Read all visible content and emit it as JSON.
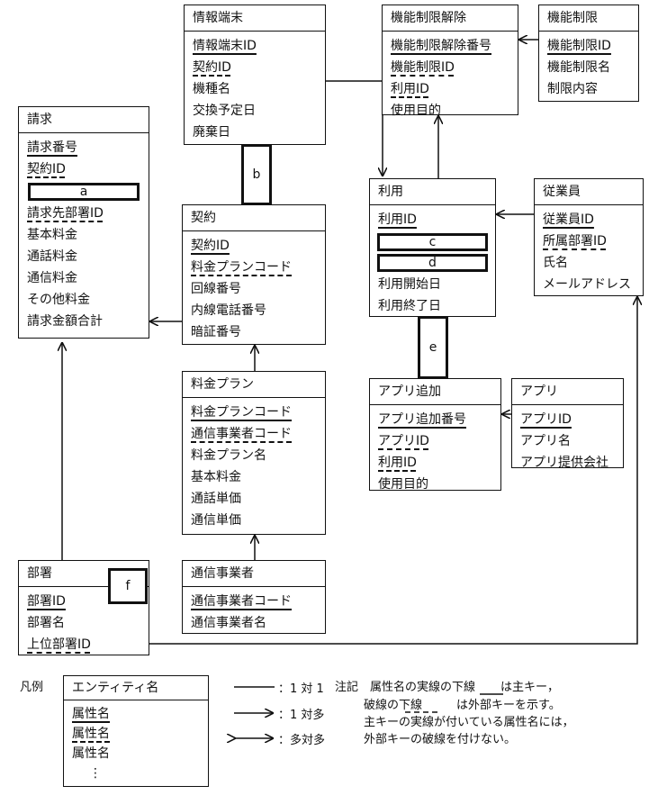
{
  "entities": {
    "seikyu": {
      "name": "請求",
      "attrs": [
        "請求番号",
        "契約ID",
        "請求先部署ID",
        "基本料金",
        "通話料金",
        "通信料金",
        "その他料金",
        "請求金額合計"
      ]
    },
    "joho_tanmatsu": {
      "name": "情報端末",
      "attrs": [
        "情報端末ID",
        "契約ID",
        "機種名",
        "交換予定日",
        "廃棄日"
      ]
    },
    "keiyaku": {
      "name": "契約",
      "attrs": [
        "契約ID",
        "料金プランコード",
        "回線番号",
        "内線電話番号",
        "暗証番号"
      ]
    },
    "ryokin_plan": {
      "name": "料金プラン",
      "attrs": [
        "料金プランコード",
        "通信事業者コード",
        "料金プラン名",
        "基本料金",
        "通話単価",
        "通信単価"
      ]
    },
    "tsushin_jigyosha": {
      "name": "通信事業者",
      "attrs": [
        "通信事業者コード",
        "通信事業者名"
      ]
    },
    "busho": {
      "name": "部署",
      "attrs": [
        "部署ID",
        "部署名",
        "上位部署ID"
      ]
    },
    "kino_seigen_kaijo": {
      "name": "機能制限解除",
      "attrs": [
        "機能制限解除番号",
        "機能制限ID",
        "利用ID",
        "使用目的"
      ]
    },
    "kino_seigen": {
      "name": "機能制限",
      "attrs": [
        "機能制限ID",
        "機能制限名",
        "制限内容"
      ]
    },
    "riyo": {
      "name": "利用",
      "attrs": [
        "利用ID",
        "利用開始日",
        "利用終了日"
      ]
    },
    "jugyoin": {
      "name": "従業員",
      "attrs": [
        "従業員ID",
        "所属部署ID",
        "氏名",
        "メールアドレス"
      ]
    },
    "appli_tsuika": {
      "name": "アプリ追加",
      "attrs": [
        "アプリ追加番号",
        "アプリID",
        "利用ID",
        "使用目的"
      ]
    },
    "appli": {
      "name": "アプリ",
      "attrs": [
        "アプリID",
        "アプリ名",
        "アプリ提供会社"
      ]
    }
  },
  "blanks": {
    "a": "a",
    "b": "b",
    "c": "c",
    "d": "d",
    "e": "e",
    "f": "f"
  },
  "legend": {
    "label": "凡例",
    "entity_name": "エンティティ名",
    "attr": "属性名",
    "dots": "⋮",
    "one_to_one": "：1 対 1",
    "one_to_many": "：1 対多",
    "many_to_many": "：多対多"
  },
  "note": {
    "line1_a": "注記　属性名の実線の下線",
    "line1_b": "は主キー，",
    "line2_a": "破線の下線",
    "line2_b": "は外部キーを示す。",
    "line3": "主キーの実線が付いている属性名には，",
    "line4": "外部キーの破線を付けない。"
  }
}
